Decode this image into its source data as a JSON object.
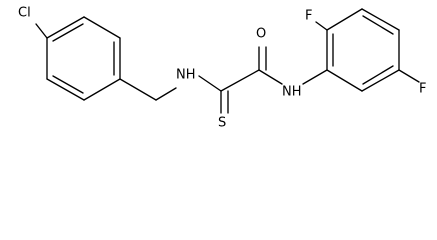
{
  "molecule": {
    "atoms": [
      {
        "id": "cl",
        "symbol": "Cl"
      },
      {
        "id": "nh_left",
        "symbol": "NH"
      },
      {
        "id": "o",
        "symbol": "O"
      },
      {
        "id": "s",
        "symbol": "S"
      },
      {
        "id": "nh_right",
        "symbol": "NH"
      },
      {
        "id": "f_top",
        "symbol": "F"
      },
      {
        "id": "f_right",
        "symbol": "F"
      }
    ]
  }
}
